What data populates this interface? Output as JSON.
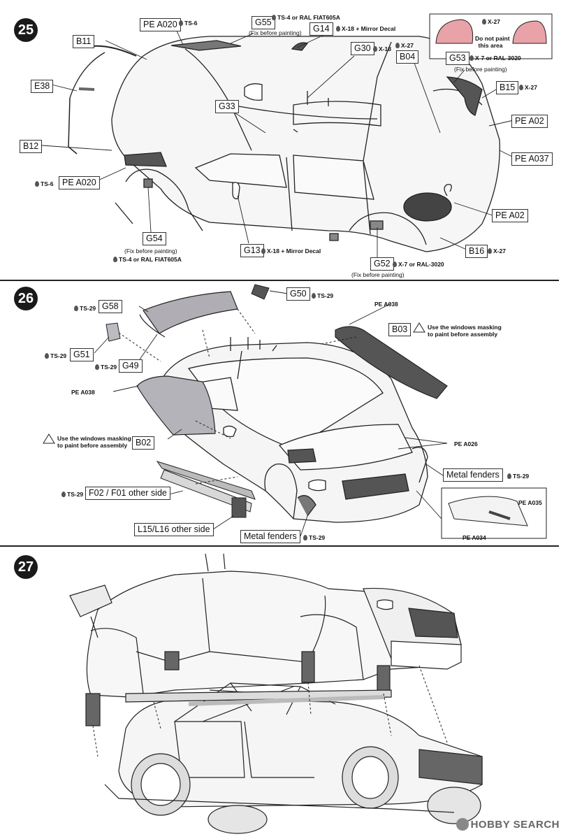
{
  "steps": [
    {
      "number": "25",
      "labels": {
        "pe_a020_top": "PE A020",
        "g55": "G55",
        "g14": "G14",
        "g30": "G30",
        "b04": "B04",
        "g53": "G53",
        "b11": "B11",
        "e38": "E38",
        "g33": "G33",
        "b15": "B15",
        "pe_a02_right": "PE A02",
        "pe_a037": "PE A037",
        "b12": "B12",
        "pe_a020_left": "PE A020",
        "pe_a02_bottom": "PE A02",
        "g54": "G54",
        "g13": "G13",
        "b16": "B16",
        "g52": "G52"
      },
      "paints": {
        "pe_a020_top": "TS-6",
        "g55": "TS-4 or RAL FIAT605A",
        "g14": "X-18 + Mirror Decal",
        "g30": "X-18",
        "b04": "X-27",
        "g53": "X-7 or RAL-3020",
        "b15": "X-27",
        "pe_a020_left": "TS-6",
        "g54": "TS-4 or RAL FIAT605A",
        "g13": "X-18 + Mirror Decal",
        "b16": "X-27",
        "g52": "X-7 or RAL-3020",
        "inset": "X-27"
      },
      "notes": {
        "g55_fix": "(Fix before painting)",
        "g53_fix": "(Fix before painting)",
        "g54_fix": "(Fix before painting)",
        "g52_fix": "(Fix before painting)",
        "inset_note_1": "Do not paint",
        "inset_note_2": "this area"
      }
    },
    {
      "number": "26",
      "labels": {
        "g50": "G50",
        "g58": "G58",
        "pe_a038_top": "PE A038",
        "b03": "B03",
        "g51": "G51",
        "g49": "G49",
        "pe_a038_left": "PE A038",
        "b02": "B02",
        "pe_a026": "PE A026",
        "metal_fenders_right": "Metal fenders",
        "f02": "F02 / F01 other side",
        "l15": "L15/L16 other side",
        "metal_fenders_bottom": "Metal fenders",
        "pe_a035": "PE A035",
        "pe_a034": "PE A034"
      },
      "paints": {
        "g50": "TS-29",
        "g58": "TS-29",
        "g51": "TS-29",
        "g49": "TS-29",
        "metal_fenders_right": "TS-29",
        "f02": "TS-29",
        "metal_fenders_bottom": "TS-29"
      },
      "notes": {
        "b03_warn_1": "Use the windows masking",
        "b03_warn_2": "to paint before assembly",
        "b02_warn_1": "Use the windows masking",
        "b02_warn_2": "to paint before assembly"
      }
    },
    {
      "number": "27"
    }
  ],
  "watermark": "HOBBY SEARCH"
}
